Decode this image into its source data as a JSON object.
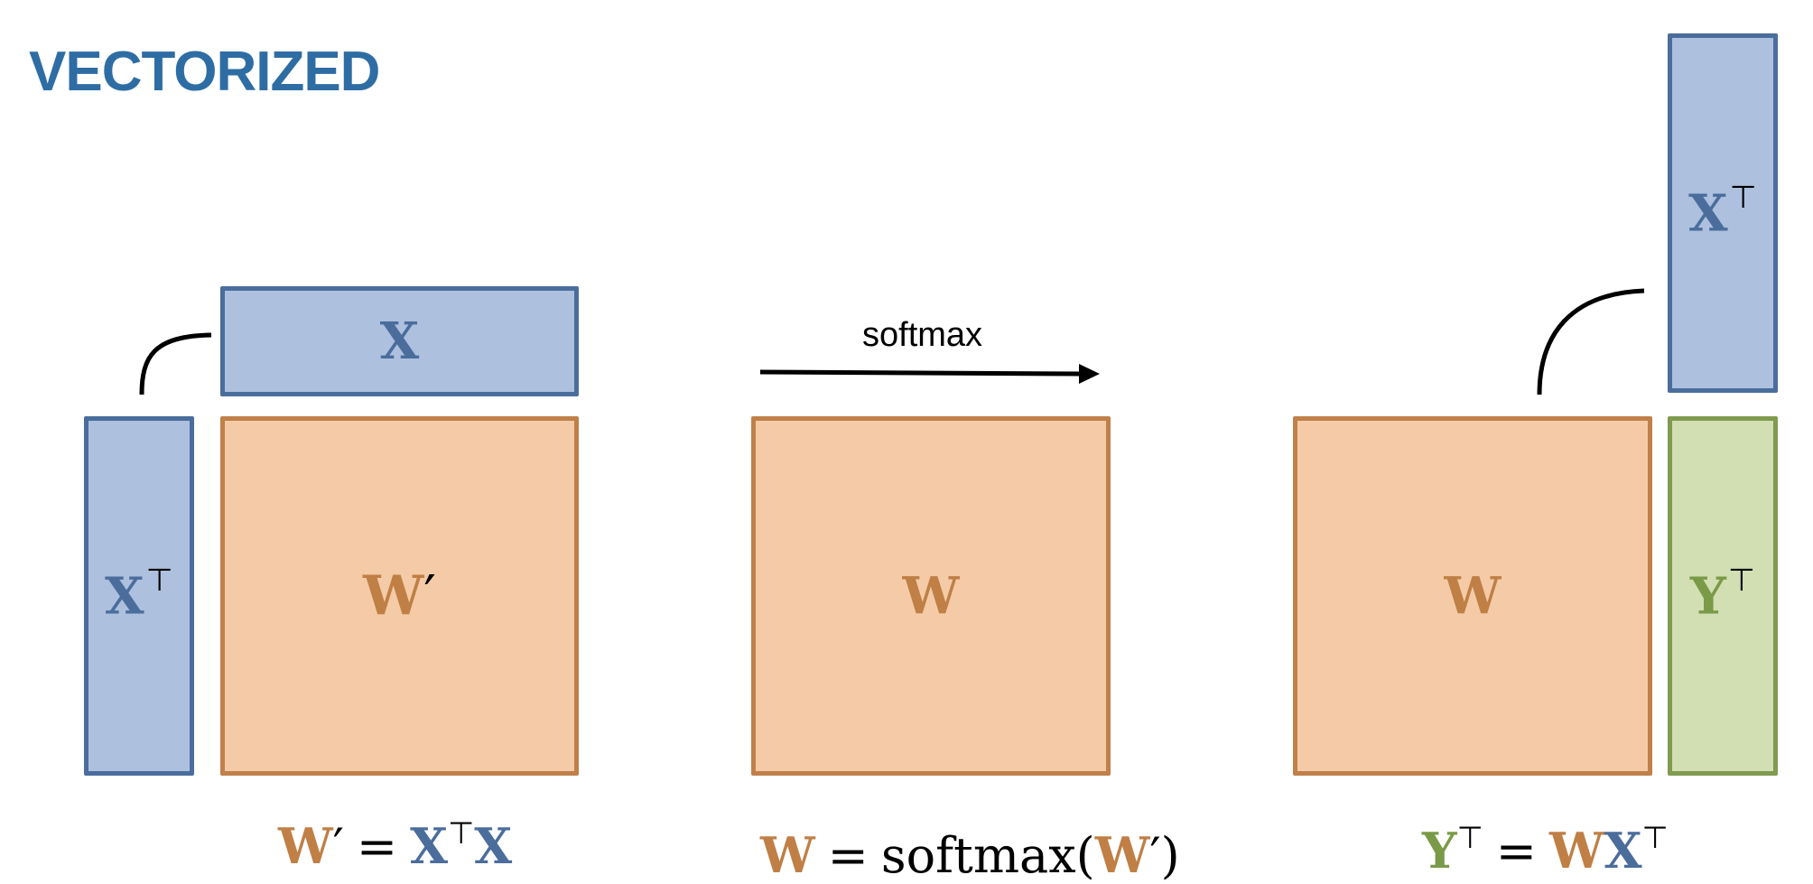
{
  "title": "VECTORIZED",
  "arrow_label": "softmax",
  "colors": {
    "title": "#2e6da4",
    "x_fill": "#adc0de",
    "x_border": "#4a6d9c",
    "w_fill": "#f4cba6",
    "w_border": "#c0804a",
    "y_fill": "#d1dfb2",
    "y_border": "#809a50"
  },
  "left_panel": {
    "x_label": "X",
    "xt_label": "X",
    "xt_sup": "⊤",
    "wprime_label": "W",
    "wprime_mark": "′"
  },
  "middle_panel": {
    "w_label": "W"
  },
  "right_panel": {
    "w_label": "W",
    "xt_label": "X",
    "xt_sup": "⊤",
    "yt_label": "Y",
    "yt_sup": "⊤"
  },
  "equations": {
    "left": {
      "lhs": "W",
      "lhs_mark": "′",
      "op": "=",
      "r1": "X",
      "r1_sup": "⊤",
      "r2": "X"
    },
    "middle": {
      "lhs": "W",
      "op": "=",
      "fn": "softmax(",
      "arg": "W",
      "arg_mark": "′",
      "close": ")"
    },
    "right": {
      "lhs": "Y",
      "lhs_sup": "⊤",
      "op": "=",
      "r1": "W",
      "r2": "X",
      "r2_sup": "⊤"
    }
  }
}
